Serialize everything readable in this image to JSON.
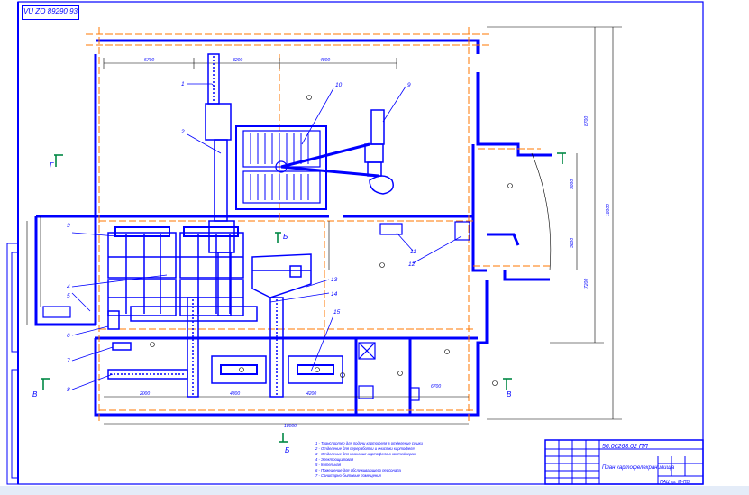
{
  "stamp": "VU ZO 89290 93",
  "title_block": {
    "doc_code": "56.06268.02 ПЛ",
    "name": "План картофелехранилища",
    "org": "ПАЦ гр. М-ПВ"
  },
  "dims": {
    "d1": "5700",
    "d2": "3200",
    "d3": "4800",
    "d4": "2000",
    "d5": "4800",
    "d6": "4200",
    "d7": "6700",
    "total": "18000",
    "r1": "8700",
    "r2": "3000",
    "r3": "3600",
    "r4": "7200",
    "r5": "18000"
  },
  "callouts": [
    "1",
    "2",
    "3",
    "4",
    "5",
    "6",
    "7",
    "8",
    "9",
    "10",
    "11",
    "12",
    "13",
    "14",
    "15"
  ],
  "section_marks": {
    "g_left": "Г",
    "b_top": "Б",
    "v_left": "В",
    "v_right": "В",
    "b_bottom": "Б"
  },
  "legend": [
    "1 - Транспортер для подачи картофеля в отделение сушки",
    "2 - Отделение для переработки и очистки картофеля",
    "3 - Отделение для хранения картофеля в контейнерах",
    "4 - Электрощитовая",
    "5 - Котельная",
    "6 - Помещение для обслуживающего персонала",
    "7 - Санитарно-бытовые помещения"
  ]
}
